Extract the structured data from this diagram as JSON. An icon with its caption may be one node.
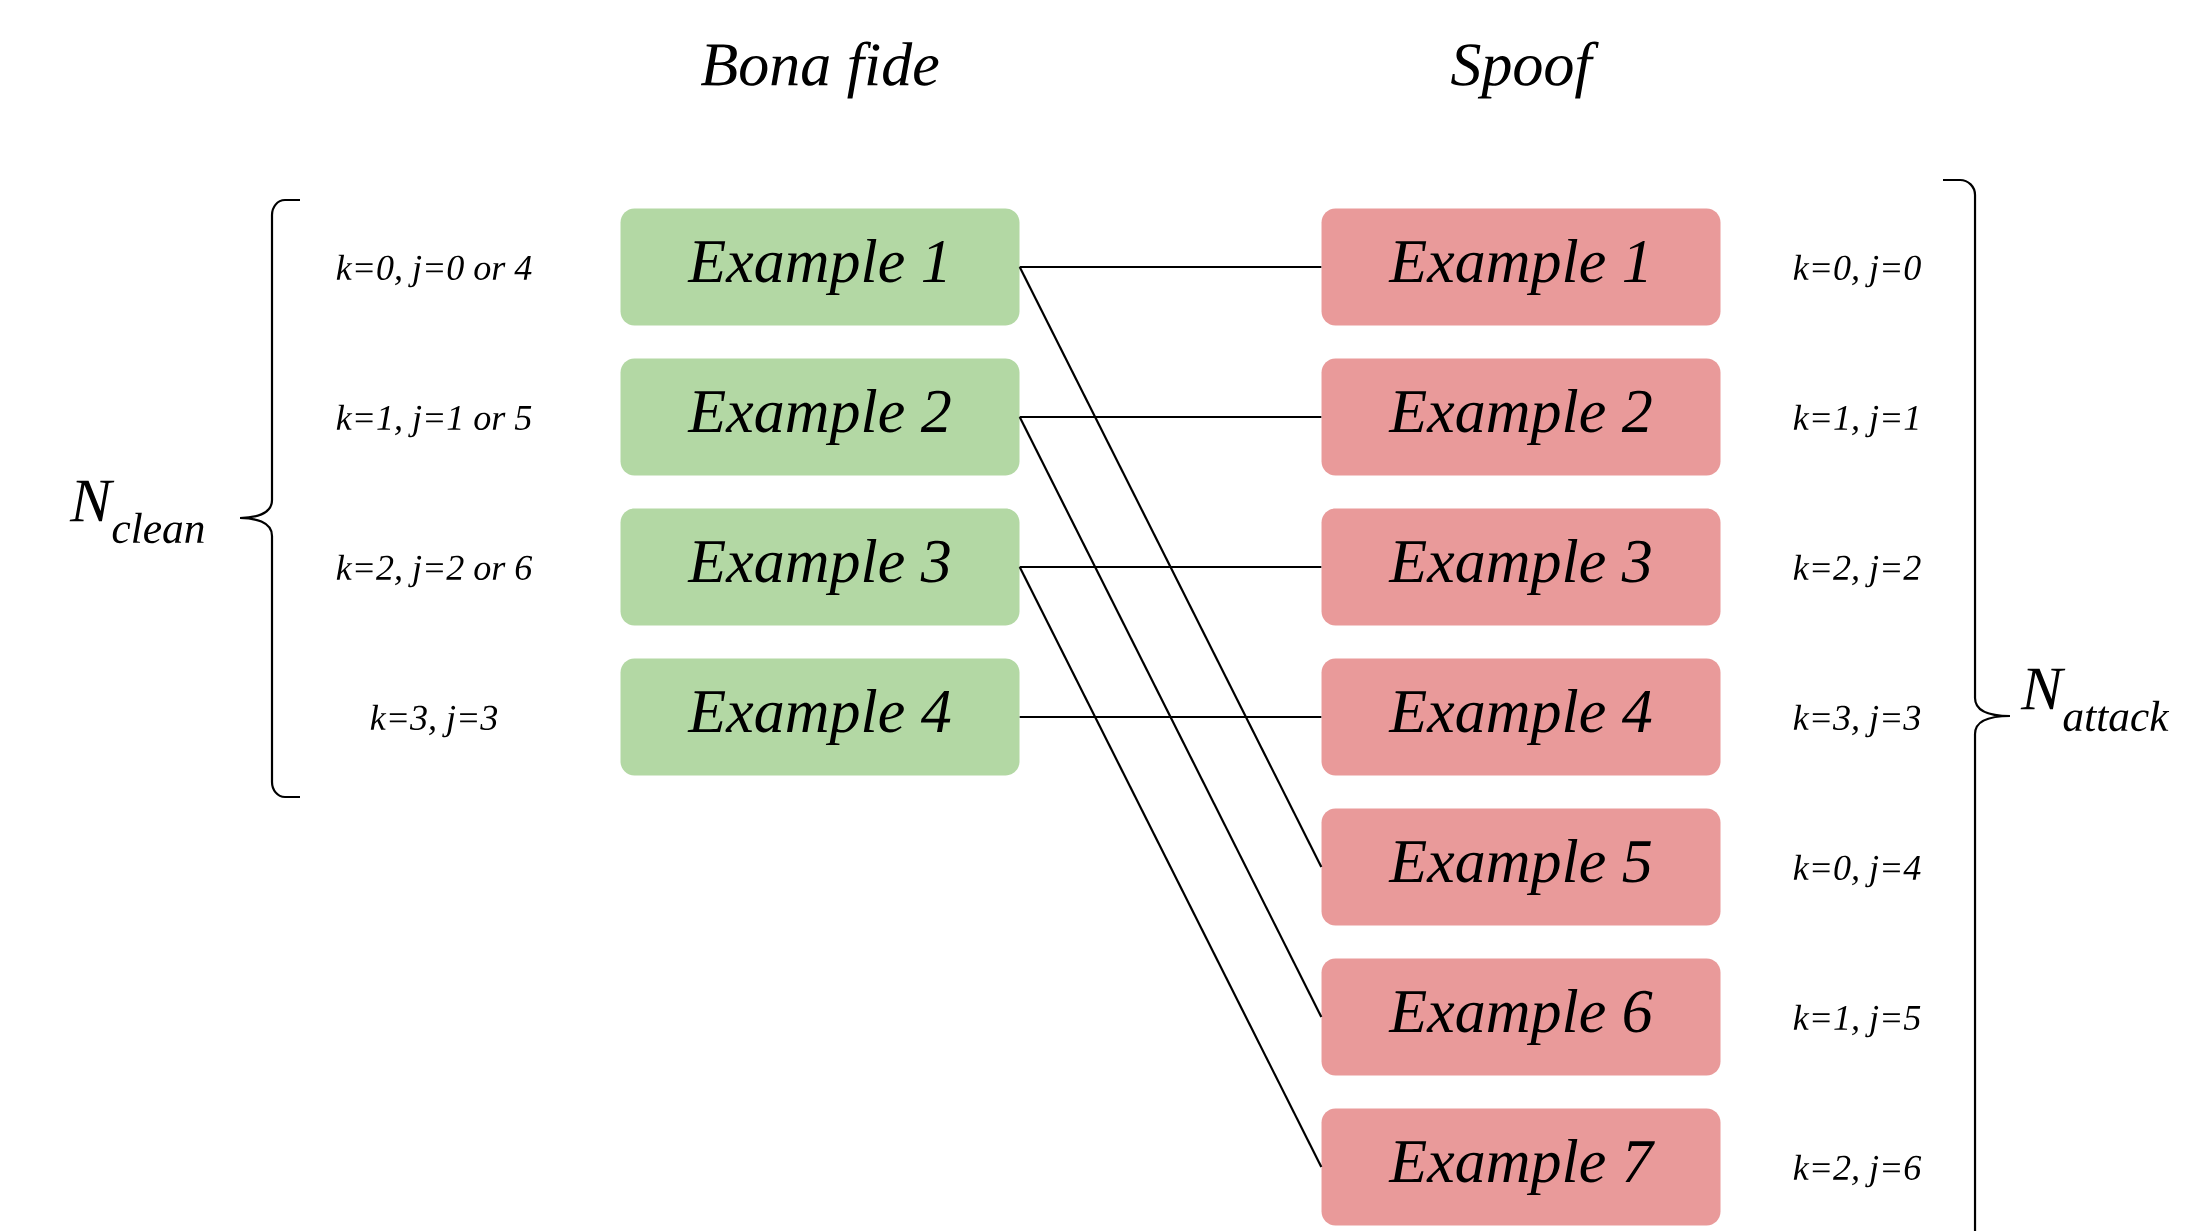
{
  "diagram": {
    "nodes": [
      {
        "text": [
          "Example 1"
        ],
        "beside": [
          "k=0, j=0 or 4"
        ]
      },
      {
        "text": [
          "Example 2"
        ],
        "beside": [
          "k=1, j=1 or 5"
        ]
      },
      {
        "text": [
          "Example 3"
        ],
        "beside": [
          "k=2, j=2 or 6"
        ]
      },
      {
        "text": [
          "Example 4"
        ],
        "beside": [
          "k=3, j=3"
        ]
      },
      {
        "text": [
          "Example 1"
        ],
        "beside": [
          "k=0, j=0"
        ]
      },
      {
        "text": [
          "Example 2"
        ],
        "beside": [
          "k=1, j=1"
        ]
      },
      {
        "text": [
          "Example 3"
        ],
        "beside": [
          "k=2, j=2"
        ]
      },
      {
        "text": [
          "Example 4"
        ],
        "beside": [
          "k=3, j=3"
        ]
      },
      {
        "text": [
          "Example 5"
        ],
        "beside": [
          "k=0, j=4"
        ]
      },
      {
        "text": [
          "Example 6"
        ],
        "beside": [
          "k=1, j=5"
        ]
      },
      {
        "text": [
          "Example 7"
        ],
        "beside": [
          "k=2, j=6"
        ]
      }
    ],
    "edges": [
      {
        "from": 0,
        "to": 4,
        "arrow": "none"
      },
      {
        "from": 1,
        "to": 5,
        "arrow": "none"
      },
      {
        "from": 2,
        "to": 6,
        "arrow": "none"
      },
      {
        "from": 3,
        "to": 7,
        "arrow": "none"
      },
      {
        "from": 0,
        "to": 8,
        "arrow": "none"
      },
      {
        "from": 1,
        "to": 9,
        "arrow": "none"
      },
      {
        "from": 2,
        "to": 10,
        "arrow": "none"
      }
    ],
    "labels": [
      "Bona fide",
      "Spoof",
      "N$_{clean}$",
      "N$_{attack}$"
    ]
  }
}
